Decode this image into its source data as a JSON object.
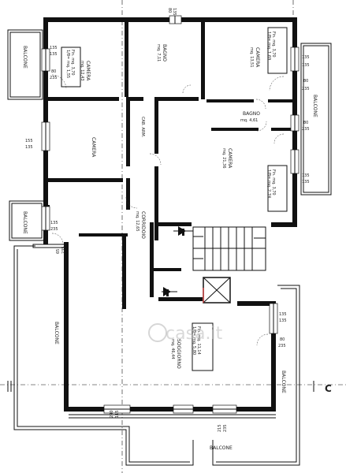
{
  "rooms": {
    "camera_tl": {
      "name": "CAMERA",
      "area": "mq. 12,43"
    },
    "bagno_top": {
      "name": "BAGNO",
      "area": "mq. 7,11"
    },
    "camera_tr": {
      "name": "CAMERA",
      "area": "mq. 13,51"
    },
    "bagno_right": {
      "name": "BAGNO",
      "area": "mq. 4,61"
    },
    "camera_mid_left": {
      "name": "CAMERA"
    },
    "cab_arm": {
      "name": "CAB. ARM."
    },
    "camera_right": {
      "name": "CAMERA",
      "area": "mq. 21,36"
    },
    "corridoio": {
      "name": "CORRIDOIO",
      "area": "mq. 12,65"
    },
    "soggiorno": {
      "name": "SOGGIORNO",
      "area": "mq. 46,44"
    }
  },
  "balconies": {
    "left_top": "BALCONE",
    "right_top": "BALCONE",
    "left_mid": "BALCONE",
    "lower_left": "BALCONE",
    "lower_right": "BALCONE",
    "bottom": "BALCONE"
  },
  "ratios": {
    "camera_tl": {
      "fin": "Fin. mq. 3,70",
      "ratio": "1/8= mq. 1,55"
    },
    "camera_tr": {
      "fin": "Fin. mq. 3,70",
      "ratio": "1/8= mq. 1,69"
    },
    "camera_right": {
      "fin": "Fin. mq. 3,70",
      "ratio": "1/8= mq. 2,74"
    },
    "soggiorno": {
      "fin": "Fin. mq. 11,14",
      "ratio": "1/8= mq. 5,80"
    }
  },
  "dims": {
    "top_door": [
      "80",
      "135"
    ],
    "tl_win": [
      "135",
      "135"
    ],
    "tl_door": [
      "80",
      "235"
    ],
    "tr_win": [
      "135",
      "135"
    ],
    "tr_door": [
      "80",
      "235"
    ],
    "right_mid": [
      "80",
      "235"
    ],
    "right_win": [
      "135",
      "135"
    ],
    "left_mid": [
      "155",
      "135"
    ],
    "left_bal_win": [
      "135",
      "235"
    ],
    "left_bal_door": [
      "65",
      "235"
    ],
    "sog_win": [
      "135",
      "135"
    ],
    "sog_door": [
      "80",
      "235"
    ],
    "bottom_left": [
      "240",
      "115"
    ],
    "bottom_right": [
      "215",
      "235"
    ]
  },
  "section_marker": "C",
  "watermark": "casa.it"
}
